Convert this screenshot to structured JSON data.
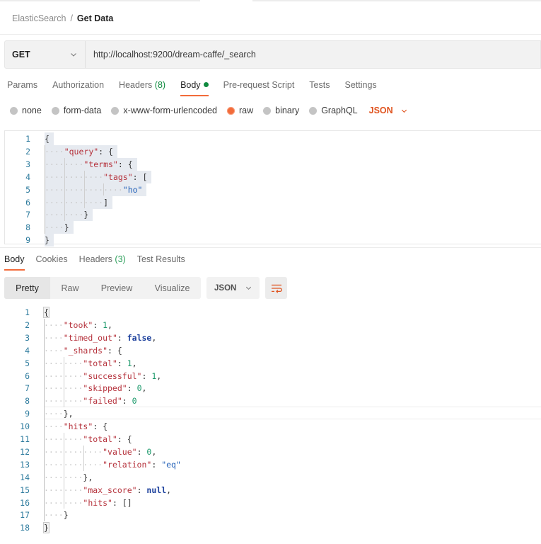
{
  "breadcrumb": {
    "parent": "ElasticSearch",
    "separator": "/",
    "current": "Get Data"
  },
  "request": {
    "method": "GET",
    "url": "http://localhost:9200/dream-caffe/_search",
    "tabs": [
      {
        "label": "Params"
      },
      {
        "label": "Authorization"
      },
      {
        "label": "Headers",
        "count": "(8)"
      },
      {
        "label": "Body",
        "active": true,
        "indicator": "green-dot"
      },
      {
        "label": "Pre-request Script"
      },
      {
        "label": "Tests"
      },
      {
        "label": "Settings"
      }
    ],
    "body_types": [
      {
        "label": "none"
      },
      {
        "label": "form-data"
      },
      {
        "label": "x-www-form-urlencoded"
      },
      {
        "label": "raw",
        "selected": true
      },
      {
        "label": "binary"
      },
      {
        "label": "GraphQL"
      }
    ],
    "language": "JSON",
    "body_lines": [
      {
        "n": "1",
        "indent": 0,
        "text": "{"
      },
      {
        "n": "2",
        "indent": 1,
        "key": "\"query\"",
        "rest": ": {"
      },
      {
        "n": "3",
        "indent": 2,
        "key": "\"terms\"",
        "rest": ": {"
      },
      {
        "n": "4",
        "indent": 3,
        "key": "\"tags\"",
        "rest": ": ["
      },
      {
        "n": "5",
        "indent": 4,
        "str": "\"ho\""
      },
      {
        "n": "6",
        "indent": 3,
        "text": "]"
      },
      {
        "n": "7",
        "indent": 2,
        "text": "}"
      },
      {
        "n": "8",
        "indent": 1,
        "text": "}"
      },
      {
        "n": "9",
        "indent": 0,
        "text": "}"
      }
    ]
  },
  "response": {
    "tabs": [
      {
        "label": "Body",
        "active": true
      },
      {
        "label": "Cookies"
      },
      {
        "label": "Headers",
        "count": "(3)"
      },
      {
        "label": "Test Results"
      }
    ],
    "views": [
      "Pretty",
      "Raw",
      "Preview",
      "Visualize"
    ],
    "active_view": "Pretty",
    "format": "JSON",
    "wrap_icon": "wrap-lines-icon",
    "body_lines": [
      {
        "n": "1",
        "indent": 0,
        "text": "{"
      },
      {
        "n": "2",
        "indent": 1,
        "key": "\"took\"",
        "val": "1",
        "vt": "n",
        "comma": ","
      },
      {
        "n": "3",
        "indent": 1,
        "key": "\"timed_out\"",
        "val": "false",
        "vt": "b",
        "comma": ","
      },
      {
        "n": "4",
        "indent": 1,
        "key": "\"_shards\"",
        "val": "{",
        "vt": "p"
      },
      {
        "n": "5",
        "indent": 2,
        "key": "\"total\"",
        "val": "1",
        "vt": "n",
        "comma": ","
      },
      {
        "n": "6",
        "indent": 2,
        "key": "\"successful\"",
        "val": "1",
        "vt": "n",
        "comma": ","
      },
      {
        "n": "7",
        "indent": 2,
        "key": "\"skipped\"",
        "val": "0",
        "vt": "n",
        "comma": ","
      },
      {
        "n": "8",
        "indent": 2,
        "key": "\"failed\"",
        "val": "0",
        "vt": "n"
      },
      {
        "n": "9",
        "indent": 1,
        "text": "},"
      },
      {
        "n": "10",
        "indent": 1,
        "key": "\"hits\"",
        "val": "{",
        "vt": "p"
      },
      {
        "n": "11",
        "indent": 2,
        "key": "\"total\"",
        "val": "{",
        "vt": "p"
      },
      {
        "n": "12",
        "indent": 3,
        "key": "\"value\"",
        "val": "0",
        "vt": "n",
        "comma": ","
      },
      {
        "n": "13",
        "indent": 3,
        "key": "\"relation\"",
        "val": "\"eq\"",
        "vt": "s"
      },
      {
        "n": "14",
        "indent": 2,
        "text": "},"
      },
      {
        "n": "15",
        "indent": 2,
        "key": "\"max_score\"",
        "val": "null",
        "vt": "b",
        "comma": ","
      },
      {
        "n": "16",
        "indent": 2,
        "key": "\"hits\"",
        "val": "[]",
        "vt": "p"
      },
      {
        "n": "17",
        "indent": 1,
        "text": "}"
      },
      {
        "n": "18",
        "indent": 0,
        "text": "}"
      }
    ]
  },
  "colors": {
    "accent": "#f26b3a",
    "json_keyword": "#e0541f",
    "count_green": "#0f8a3f",
    "line_number": "#2f7c9e",
    "json_key": "#b5313b",
    "json_string": "#2361b8",
    "json_number": "#1d9a6c",
    "json_literal": "#1b3f9c"
  }
}
